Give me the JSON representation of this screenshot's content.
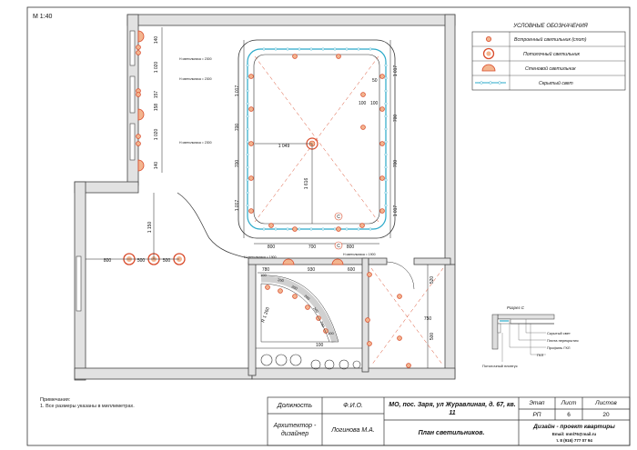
{
  "scale": "М 1:40",
  "legend": {
    "title": "УСЛОВНЫЕ ОБОЗНАЧЕНИЯ",
    "items": [
      {
        "label": "Встроенный светильник (спот)",
        "icon": "spot-light-icon"
      },
      {
        "label": "Потолочный светильник",
        "icon": "ceiling-light-icon"
      },
      {
        "label": "Стеновой светильник",
        "icon": "wall-light-icon"
      },
      {
        "label": "Скрытый свет",
        "icon": "hidden-light-icon"
      }
    ]
  },
  "colors": {
    "accent": "#2aa9c9",
    "lamp": "#d94b2b",
    "lamp_fill": "#f3b58f",
    "wall": "#d9d9d9",
    "line": "#222222"
  },
  "dimensions": {
    "left_wall": [
      "140",
      "1 020",
      "157",
      "158",
      "1 020",
      "140"
    ],
    "left_wall_notes": [
      "Н светильника = 2300",
      "Н светильника = 2300",
      "Н светильника = 2300"
    ],
    "right_rect": [
      "1 017",
      "700",
      "700",
      "1 017"
    ],
    "left_rect": [
      "1 017",
      "700",
      "700",
      "1 017"
    ],
    "top_right": [
      "50",
      "100",
      "100"
    ],
    "bottom": [
      "800",
      "700",
      "800"
    ],
    "center_h": "1 049",
    "center_v": "1 616",
    "living": [
      "800",
      "500",
      "500"
    ],
    "living_v": "1 150",
    "hall_notes": [
      "Н светильника = 1900",
      "Н светильника = 1900"
    ],
    "hall_top": [
      "780",
      "930",
      "600"
    ],
    "hall_arc": [
      "100",
      "260",
      "260",
      "260",
      "260",
      "260",
      "100"
    ],
    "radius": "R 1 260",
    "hall_bottom": "100",
    "bath": [
      "520",
      "750",
      "500"
    ],
    "markers": [
      "С",
      "С"
    ]
  },
  "section": {
    "title": "Разрез С",
    "labels": [
      "Скрытый свет",
      "Плита перекрытия",
      "Профиль ГКЛ",
      "ГКЛ",
      "Потолочный плинтус"
    ]
  },
  "notes": [
    "Примечания:",
    "1. Все размеры указаны в миллиметрах."
  ],
  "title_block": {
    "role_header": "Должность",
    "name_header": "Ф.И.О.",
    "role": "Архитектор - дизайнер",
    "name": "Логинова М.А.",
    "address": "МО, пос. Заря, ул Журавлиная, д. 67, кв. 11",
    "sheet_title": "План светильников.",
    "stage_header": "Этап",
    "sheet_header": "Лист",
    "sheets_header": "Листов",
    "stage": "РП",
    "sheet": "6",
    "sheets": "20",
    "company": "Дизайн - проект квартиры",
    "email": "Email: mml76@mail.ru",
    "phone": "т. 8 (916) 777 07 94"
  }
}
